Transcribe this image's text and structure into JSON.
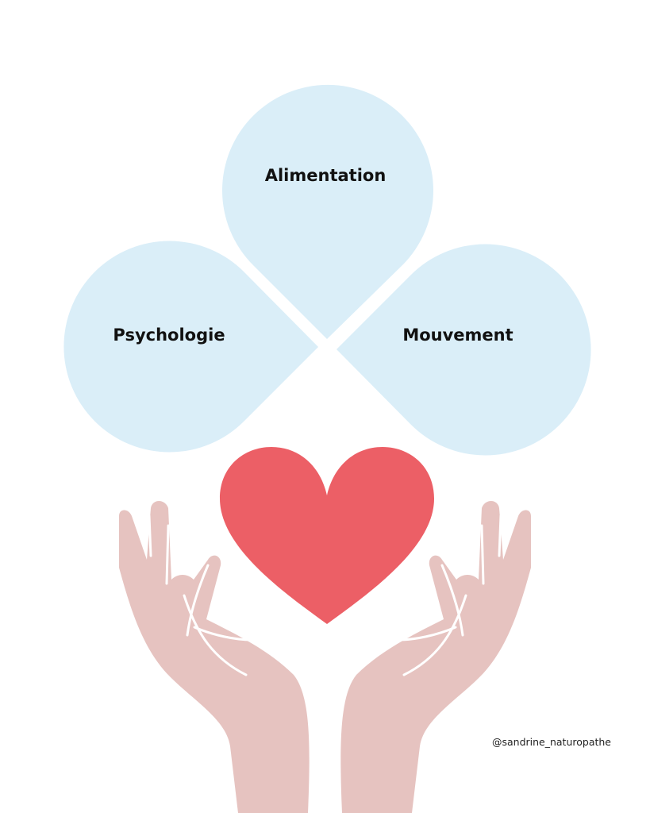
{
  "petals": {
    "top": {
      "label": "Alimentation"
    },
    "left": {
      "label": "Psychologie"
    },
    "right": {
      "label": "Mouvement"
    }
  },
  "credit": "@sandrine_naturopathe",
  "colors": {
    "background": "#ffffff",
    "petal": "#daeef8",
    "heart": "#ec5f66",
    "hands": "#e6c3c0",
    "hand_lines": "#ffffff",
    "text": "#111111"
  },
  "icons": [
    "heart-icon",
    "hands-icon"
  ]
}
